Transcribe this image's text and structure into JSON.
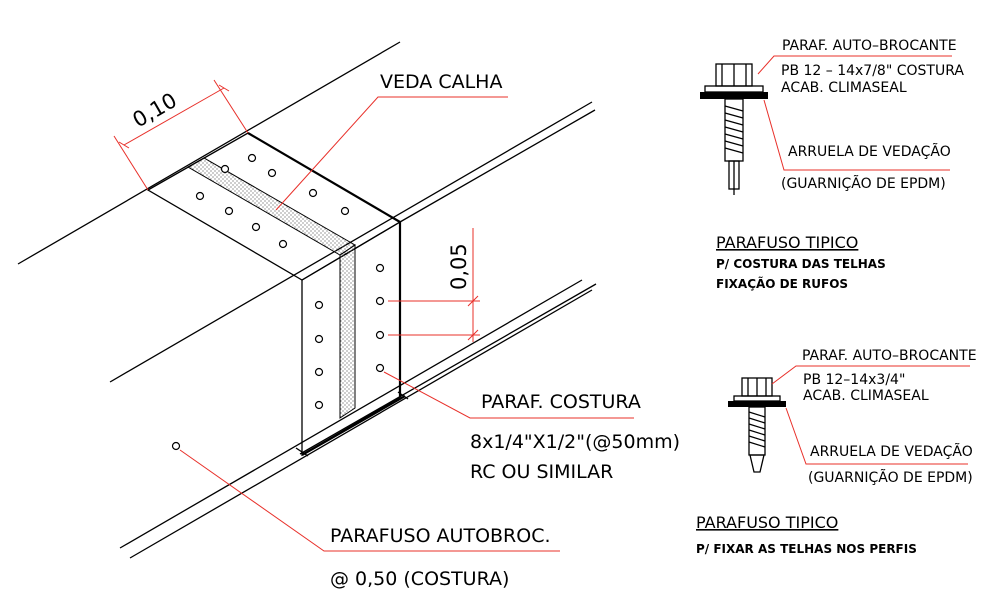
{
  "main_detail": {
    "dim_width": "0,10",
    "dim_spacing": "0,05",
    "label_veda_calha": "VEDA CALHA",
    "label_paraf_costura": "PARAF. COSTURA",
    "label_paraf_costura_spec": "8x1/4\"X1/2\"(@50mm)",
    "label_paraf_costura_alt": "RC OU SIMILAR",
    "label_parafuso_autobroc": "PARAFUSO AUTOBROC.",
    "label_parafuso_autobroc_spacing": "@ 0,50 (COSTURA)"
  },
  "screw_detail_1": {
    "line1": "PARAF. AUTO–BROCANTE",
    "line2": "PB  12 – 14x7/8\" COSTURA",
    "line3": "ACAB. CLIMASEAL",
    "washer_label": "ARRUELA DE VEDAÇÃO",
    "washer_material": "(GUARNIÇÃO DE EPDM)",
    "title": "PARAFUSO TIPICO",
    "subtitle1": "P/ COSTURA DAS TELHAS",
    "subtitle2": "FIXAÇÃO DE RUFOS"
  },
  "screw_detail_2": {
    "line1": "PARAF. AUTO–BROCANTE",
    "line2": "PB 12–14x3/4\"",
    "line3": "ACAB. CLIMASEAL",
    "washer_label": "ARRUELA DE VEDAÇÃO",
    "washer_material": "(GUARNIÇÃO DE EPDM)",
    "title": "PARAFUSO TIPICO",
    "subtitle1": "P/ FIXAR AS TELHAS NOS PERFIS"
  },
  "colors": {
    "leader": "#e8302a",
    "linework": "#000000"
  }
}
